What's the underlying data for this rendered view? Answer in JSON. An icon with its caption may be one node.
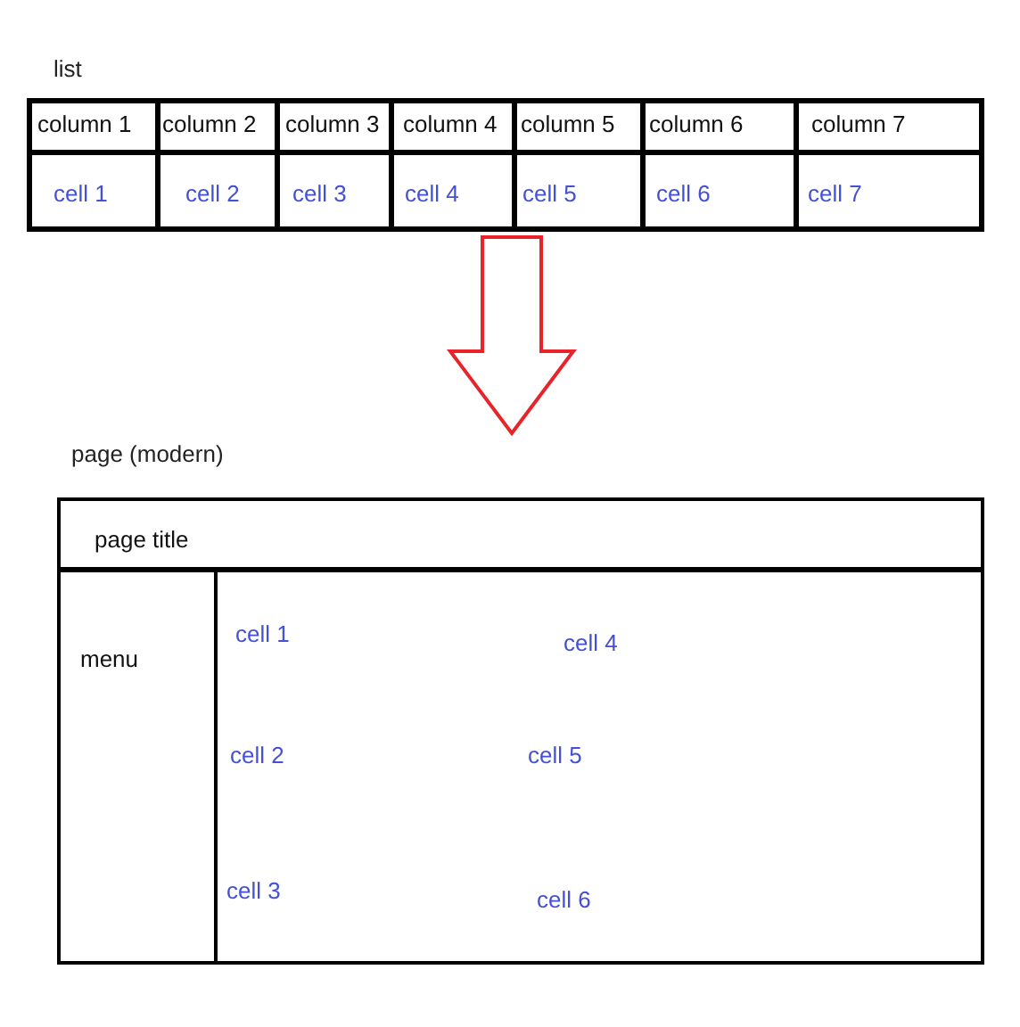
{
  "diagram": {
    "nodes": [
      {
        "text": [
          "list"
        ]
      },
      {
        "text": [
          "page (modern)"
        ]
      },
      {
        "text": [
          "page title"
        ],
        "in": 1
      },
      {
        "text": [
          "menu"
        ],
        "in": 1
      },
      {
        "text": [
          "cell 1",
          "cell 4",
          "cell 2",
          "cell 5",
          "cell 3",
          "cell 6"
        ],
        "in": 1
      }
    ],
    "edges": [
      {
        "from": 0,
        "to": 1,
        "arrow": "to",
        "color": "#e8232a"
      }
    ],
    "labels": [
      "column 1",
      "column 2",
      "column 3",
      "column 4",
      "column 5",
      "column 6",
      "column 7",
      "cell 1",
      "cell 2",
      "cell 3",
      "cell 4",
      "cell 5",
      "cell 6",
      "cell 7"
    ]
  }
}
